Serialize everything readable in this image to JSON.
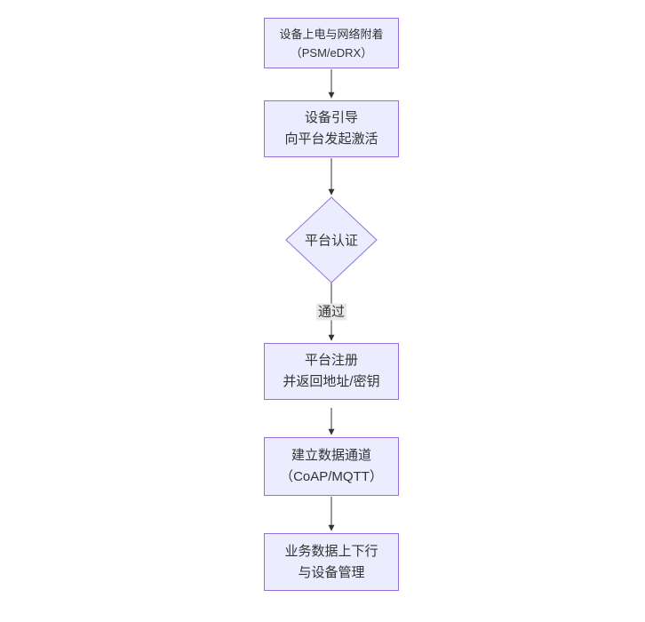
{
  "diagram": {
    "type": "flowchart",
    "direction": "top-down",
    "colors": {
      "node_fill": "#ECECFF",
      "node_border": "#9370DB",
      "edge_line": "#333333",
      "text": "#333333",
      "edge_label_bg": "#e8e8e8",
      "background": "#ffffff"
    },
    "nodes": [
      {
        "id": "n1",
        "shape": "rectangle",
        "line1": "设备上电与网络附着",
        "line2": "（PSM/eDRX）"
      },
      {
        "id": "n2",
        "shape": "rectangle",
        "line1": "设备引导",
        "line2": "向平台发起激活"
      },
      {
        "id": "n3",
        "shape": "diamond",
        "line1": "平台认证",
        "line2": ""
      },
      {
        "id": "n4",
        "shape": "rectangle",
        "line1": "平台注册",
        "line2": "并返回地址/密钥"
      },
      {
        "id": "n5",
        "shape": "rectangle",
        "line1": "建立数据通道",
        "line2": "（CoAP/MQTT）"
      },
      {
        "id": "n6",
        "shape": "rectangle",
        "line1": "业务数据上下行",
        "line2": "与设备管理"
      }
    ],
    "edges": [
      {
        "from": "n1",
        "to": "n2",
        "label": ""
      },
      {
        "from": "n2",
        "to": "n3",
        "label": ""
      },
      {
        "from": "n3",
        "to": "n4",
        "label": "通过"
      },
      {
        "from": "n4",
        "to": "n5",
        "label": ""
      },
      {
        "from": "n5",
        "to": "n6",
        "label": ""
      }
    ]
  }
}
